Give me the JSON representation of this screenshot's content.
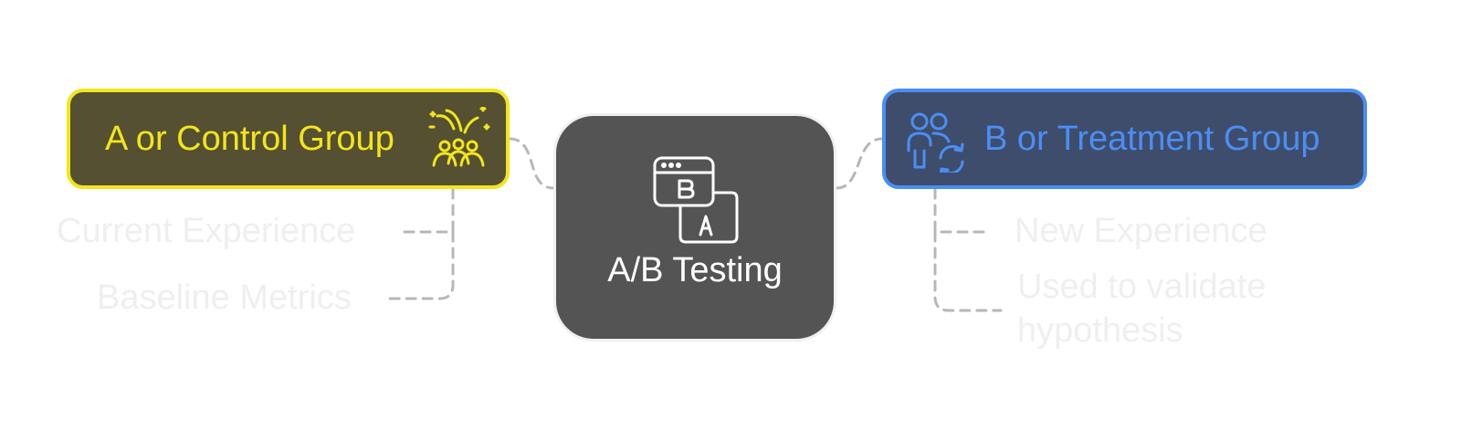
{
  "center": {
    "label": "A/B Testing",
    "icon": "ab-test-icon"
  },
  "control": {
    "label": "A or Control Group",
    "icon": "group-celebration-icon",
    "color": "#f3e51c",
    "fill": "#545031",
    "items": [
      "Current Experience",
      "Baseline Metrics"
    ]
  },
  "treatment": {
    "label": "B or Treatment Group",
    "icon": "users-switch-icon",
    "color": "#4a8ef5",
    "fill": "#3e4d6b",
    "items": [
      "New Experience",
      "Used to validate\nhypothesis"
    ]
  }
}
